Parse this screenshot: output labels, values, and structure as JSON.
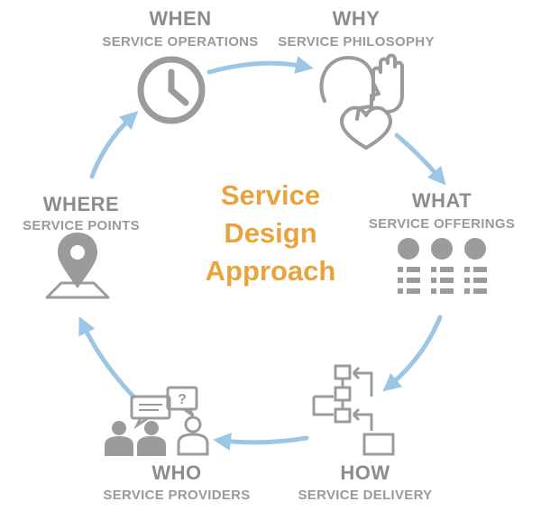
{
  "center": {
    "line1": "Service",
    "line2": "Design",
    "line3": "Approach"
  },
  "nodes": {
    "when": {
      "title": "WHEN",
      "subtitle": "SERVICE OPERATIONS"
    },
    "why": {
      "title": "WHY",
      "subtitle": "SERVICE PHILOSOPHY"
    },
    "what": {
      "title": "WHAT",
      "subtitle": "SERVICE OFFERINGS"
    },
    "how": {
      "title": "HOW",
      "subtitle": "SERVICE DELIVERY"
    },
    "who": {
      "title": "WHO",
      "subtitle": "SERVICE PROVIDERS"
    },
    "where": {
      "title": "WHERE",
      "subtitle": "SERVICE POINTS"
    }
  },
  "icons": [
    "clock-icon",
    "head-hand-heart-icon",
    "offerings-grid-icon",
    "flowchart-icon",
    "people-chat-icon",
    "location-pin-icon"
  ],
  "colors": {
    "arrow": "#9cc6e6",
    "icon": "#9b9b9b",
    "label": "#8c8c8c",
    "accent": "#e8a33d"
  }
}
